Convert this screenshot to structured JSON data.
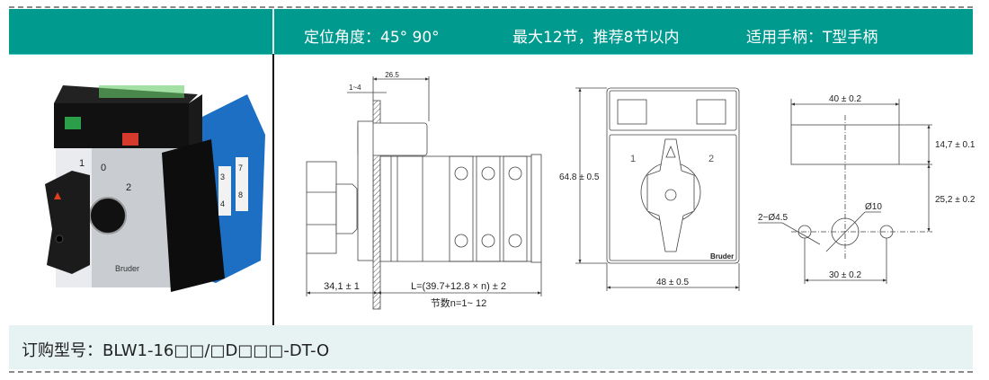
{
  "header": {
    "angle": "定位角度：45°  90°",
    "sections": "最大12节，推荐8节以内",
    "handle": "适用手柄：T型手柄"
  },
  "side_view": {
    "panel_thickness": "1~4",
    "depth": "26.5",
    "handle_length": "34,1 ± 1",
    "body_length": "L=(39.7+12.8 × n) ± 2",
    "sections_note": "节数n=1~ 12"
  },
  "front_view": {
    "height": "64.8 ± 0.5",
    "width": "48 ± 0.5",
    "pos1": "1",
    "pos2": "2",
    "brand": "Bruder"
  },
  "cutout": {
    "width": "40 ± 0.2",
    "rect_height": "14,7 ± 0.1",
    "offset": "25,2 ± 0.2",
    "holes": "2−Ø4.5",
    "center_hole": "Ø10",
    "hole_spacing": "30 ± 0.2"
  },
  "product_photo": {
    "labels": [
      "1",
      "0",
      "2",
      "3",
      "4",
      "7",
      "8"
    ],
    "brand": "Bruder"
  },
  "footer": {
    "order_code": "订购型号：BLW1-16□□/□D□□□-DT-O"
  },
  "colors": {
    "header_bg": "#009a8f",
    "footer_bg": "#e6f3f2"
  }
}
